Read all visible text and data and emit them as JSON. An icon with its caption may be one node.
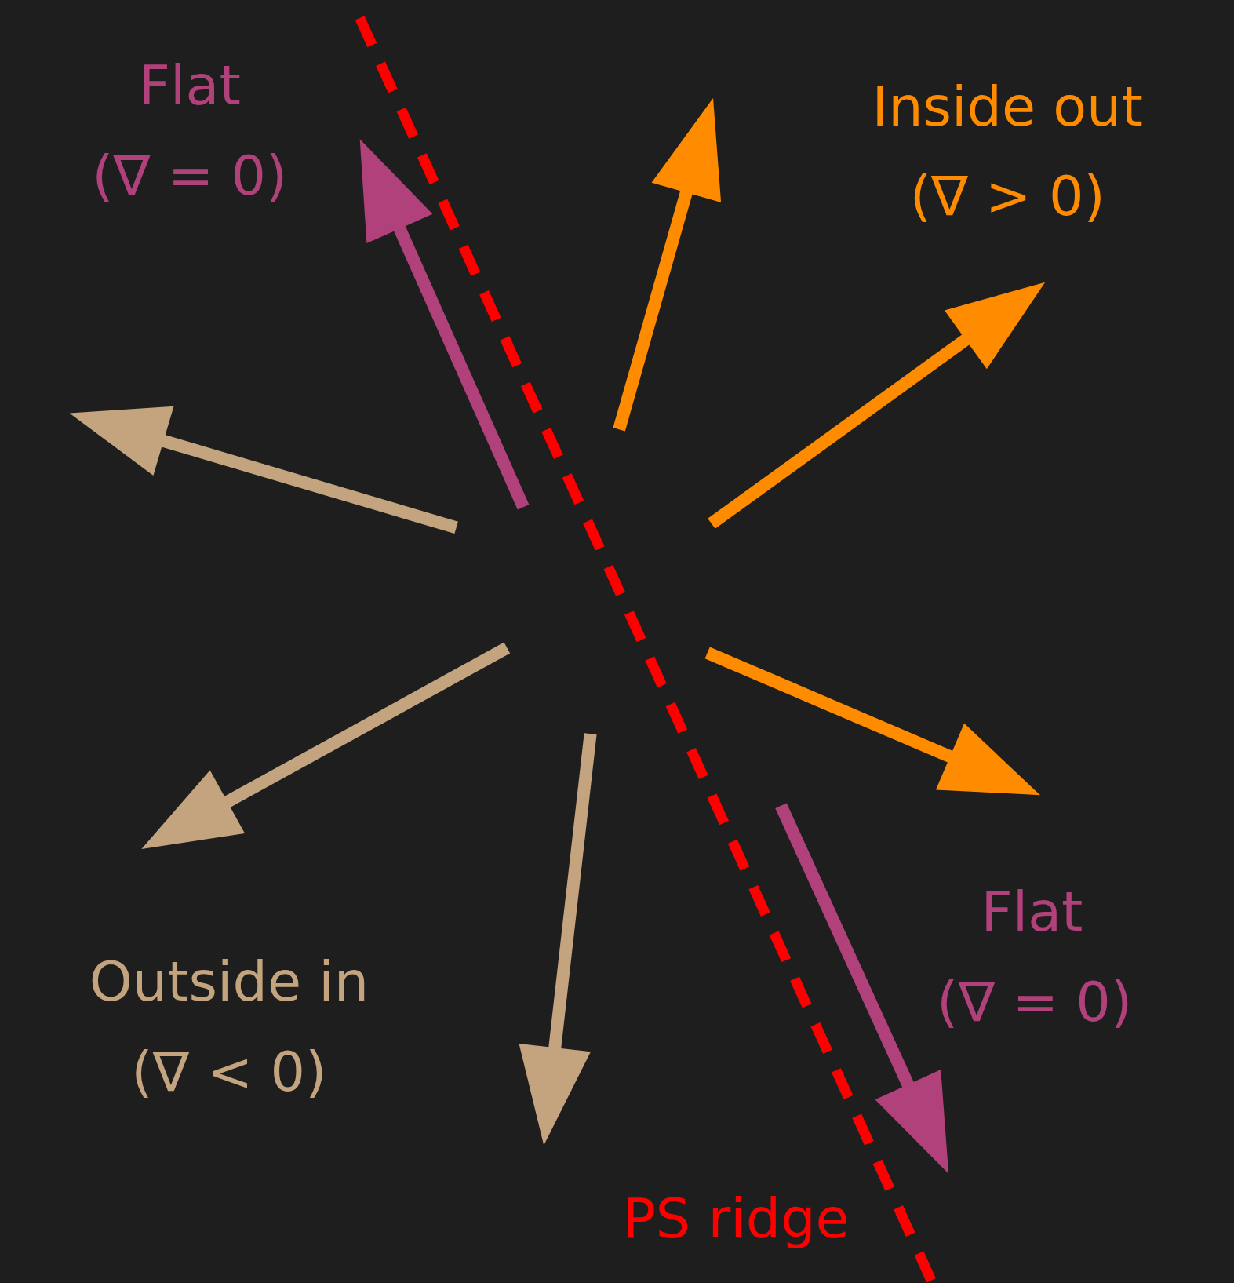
{
  "diagram": {
    "labels": [
      "Flat",
      "(∇ = 0)",
      "Inside out",
      "(∇ > 0)",
      "Flat",
      "(∇ = 0)",
      "Outside in",
      "(∇ < 0)",
      "PS ridge"
    ]
  }
}
